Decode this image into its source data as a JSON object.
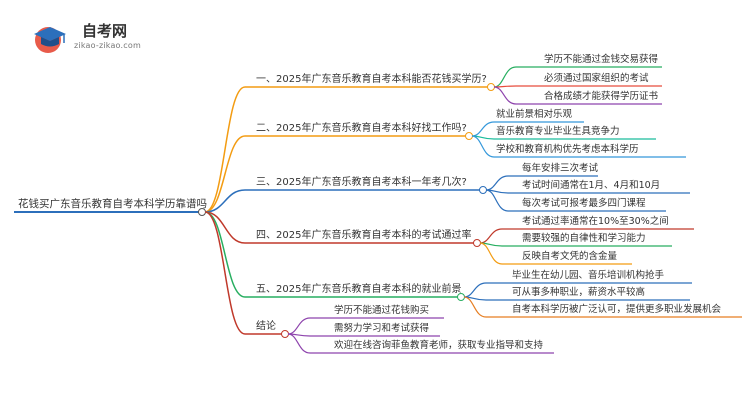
{
  "logo": {
    "brand": "自考网",
    "url": "zikao-zikao.com",
    "icon": "graduation-cap-icon"
  },
  "root": {
    "label": "花钱买广东音乐教育自考本科学历靠谱吗"
  },
  "branches": [
    {
      "label": "一、2025年广东音乐教育自考本科能否花钱买学历?",
      "color": "#f39c12",
      "children": [
        "学历不能通过金钱交易获得",
        "必须通过国家组织的考试",
        "合格成绩才能获得学历证书"
      ],
      "child_colors": [
        "#27ae60",
        "#e74c3c",
        "#8e44ad"
      ]
    },
    {
      "label": "二、2025年广东音乐教育自考本科好找工作吗?",
      "color": "#f39c12",
      "children": [
        "就业前景相对乐观",
        "音乐教育专业毕业生具竞争力",
        "学校和教育机构优先考虑本科学历"
      ],
      "child_colors": [
        "#3498db",
        "#1abc9c",
        "#3498db"
      ]
    },
    {
      "label": "三、2025年广东音乐教育自考本科一年考几次?",
      "color": "#2c6fbb",
      "children": [
        "每年安排三次考试",
        "考试时间通常在1月、4月和10月",
        "每次考试可报考最多四门课程"
      ],
      "child_colors": [
        "#2c6fbb",
        "#2c6fbb",
        "#2c6fbb"
      ]
    },
    {
      "label": "四、2025年广东音乐教育自考本科的考试通过率",
      "color": "#c0392b",
      "children": [
        "考试通过率通常在10%至30%之间",
        "需要较强的自律性和学习能力",
        "反映自考文凭的含金量"
      ],
      "child_colors": [
        "#c0392b",
        "#27ae60",
        "#f39c12"
      ]
    },
    {
      "label": "五、2025年广东音乐教育自考本科的就业前景",
      "color": "#27ae60",
      "children": [
        "毕业生在幼儿园、音乐培训机构抢手",
        "可从事多种职业，薪资水平较高",
        "自考本科学历被广泛认可，提供更多职业发展机会"
      ],
      "child_colors": [
        "#2c6fbb",
        "#2c6fbb",
        "#e67e22"
      ]
    },
    {
      "label": "结论",
      "color": "#c0392b",
      "children": [
        "学历不能通过花钱购买",
        "需努力学习和考试获得",
        "欢迎在线咨询菲鱼教育老师，获取专业指导和支持"
      ],
      "child_colors": [
        "#8e44ad",
        "#8e44ad",
        "#8e44ad"
      ]
    }
  ]
}
